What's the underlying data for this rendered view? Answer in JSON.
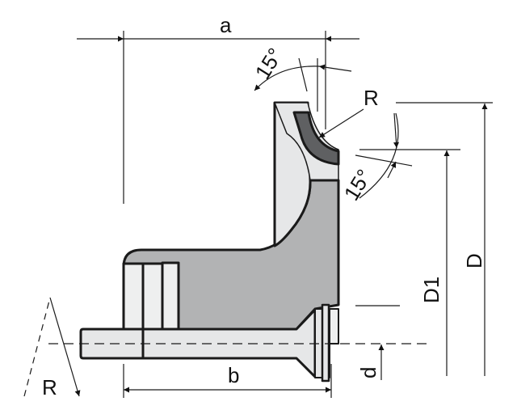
{
  "labels": {
    "a": "a",
    "b": "b",
    "d": "d",
    "D": "D",
    "D1": "D1",
    "R_top": "R",
    "R_bottom": "R",
    "angle_top": "15°",
    "angle_right": "15°"
  },
  "colors": {
    "body": "#b2b3b4",
    "light": "#e6e7e8",
    "seal": "#5f6062",
    "line": "#1a1a1a"
  }
}
